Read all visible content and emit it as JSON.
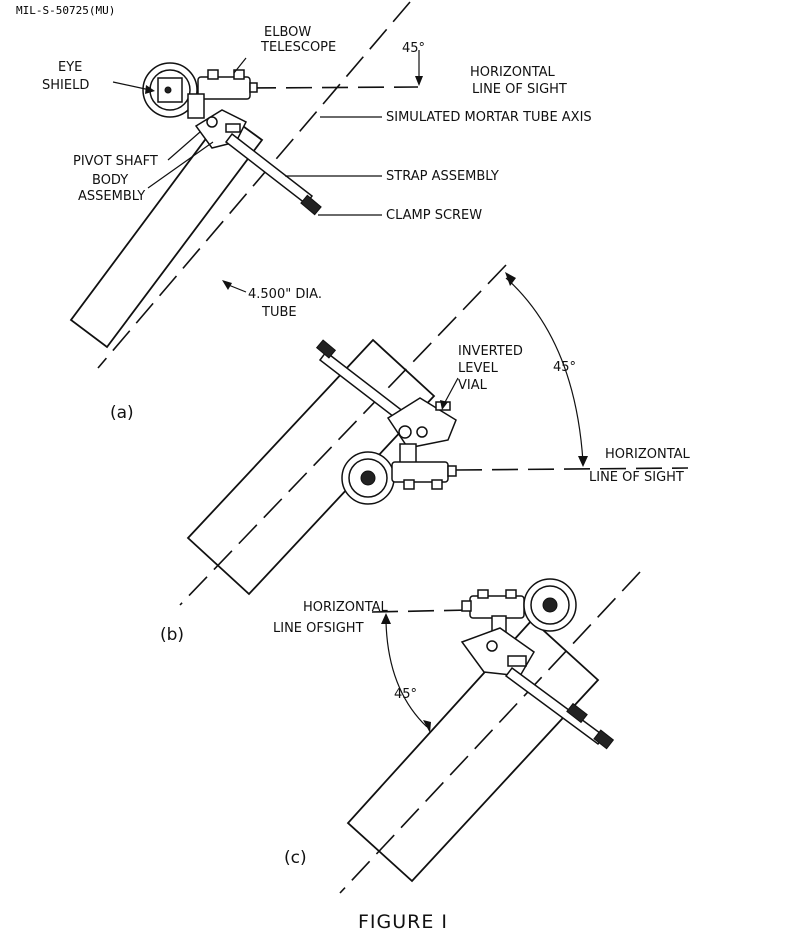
{
  "header": {
    "doc_id": "MIL-S-50725(MU)"
  },
  "panel_a": {
    "tag": "(a)",
    "angle": "45°",
    "eye_shield": [
      "EYE",
      "SHIELD"
    ],
    "elbow_telescope": [
      "ELBOW",
      "TELESCOPE"
    ],
    "horizontal_los": [
      "HORIZONTAL",
      "LINE OF SIGHT"
    ],
    "tube_axis": "SIMULATED MORTAR TUBE AXIS",
    "pivot_shaft": "PIVOT SHAFT",
    "body_assembly": [
      "BODY",
      "ASSEMBLY"
    ],
    "strap_assembly": "STRAP ASSEMBLY",
    "clamp_screw": "CLAMP SCREW",
    "tube_dia": [
      "4.500\" DIA.",
      "TUBE"
    ]
  },
  "panel_b": {
    "tag": "(b)",
    "angle": "45°",
    "level_vial": [
      "INVERTED",
      "LEVEL",
      "VIAL"
    ],
    "horizontal_los": [
      "HORIZONTAL",
      "LINE OF SIGHT"
    ]
  },
  "panel_c": {
    "tag": "(c)",
    "angle": "45°",
    "horizontal_los": [
      "HORIZONTAL",
      "LINE OFSIGHT"
    ]
  },
  "caption": "FIGURE I"
}
